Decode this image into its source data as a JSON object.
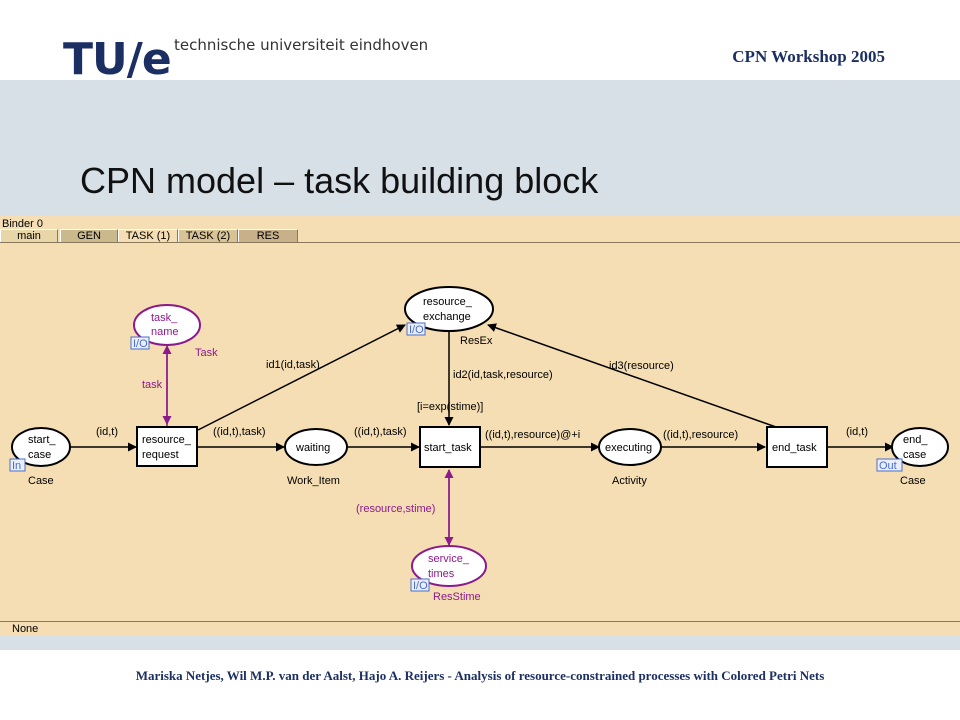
{
  "header": {
    "logo": "TU/e",
    "university": "technische universiteit eindhoven",
    "workshop": "CPN Workshop 2005"
  },
  "slide_title": "CPN model – task building block",
  "binder": {
    "label": "Binder 0",
    "tabs": [
      "main",
      "GEN",
      "TASK (1)",
      "TASK (2)",
      "RES"
    ],
    "status_tab": "None"
  },
  "net": {
    "places": {
      "task_name": [
        "task_",
        "name"
      ],
      "resource_exchange": [
        "resource_",
        "exchange"
      ],
      "start_case": [
        "start_",
        "case"
      ],
      "waiting": "waiting",
      "executing": "executing",
      "end_case": [
        "end_",
        "case"
      ],
      "service_times": [
        "service_",
        "times"
      ]
    },
    "transitions": {
      "resource_request": [
        "resource_",
        "request"
      ],
      "start_task": "start_task",
      "end_task": "end_task"
    },
    "port_tags": {
      "io": "I/O",
      "in": "In",
      "out": "Out"
    },
    "color_sets": {
      "task": "Task",
      "resex": "ResEx",
      "case_in": "Case",
      "work_item": "Work_Item",
      "activity": "Activity",
      "case_out": "Case",
      "resstime": "ResStime"
    },
    "arc_labels": {
      "task": "task",
      "id1": "id1(id,task)",
      "id2": "id2(id,task,resource)",
      "id3": "id3(resource)",
      "guard": "[i=exp(stime)]",
      "a_idt_1": "(id,t)",
      "a_idt_task_1": "((id,t),task)",
      "a_idt_task_2": "((id,t),task)",
      "a_idt_res_delay": "((id,t),resource)@+i",
      "a_idt_res": "((id,t),resource)",
      "a_idt_2": "(id,t)",
      "res_stime": "(resource,stime)"
    }
  },
  "footer": "Mariska Netjes, Wil M.P. van der Aalst, Hajo A. Reijers - Analysis of resource-constrained processes with Colored Petri Nets",
  "colors": {
    "navy": "#1c2f63",
    "band": "#d6e0e6",
    "canvas": "#f5deb3",
    "purple": "#8b1a8b",
    "port": "#4d6dc8"
  }
}
